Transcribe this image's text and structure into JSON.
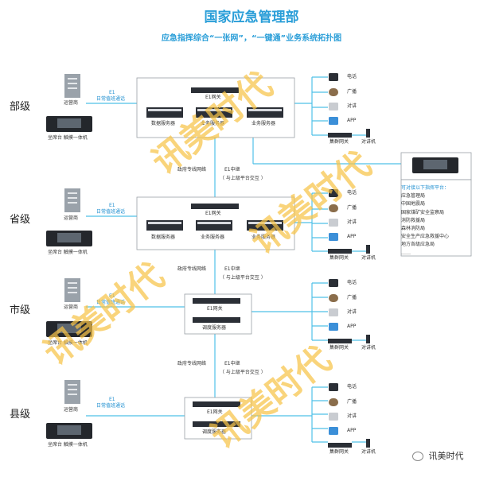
{
  "header": {
    "title": "国家应急管理部",
    "subtitle": "应急指挥综合“一张网”，“一键通”业务系统拓扑图"
  },
  "levels": [
    "部级",
    "省级",
    "市级",
    "县级"
  ],
  "labels": {
    "carrier": "运营商",
    "console": "坐席台 触摸一体机",
    "e1": "E1",
    "daily": "日常值班通话",
    "e1_gateway": "E1网关",
    "data_server": "数据服务器",
    "biz_server": "业务服务器",
    "dispatch_server": "调度服务器",
    "gov_net": "政府专线网络",
    "e1_relay": "E1中继",
    "relay_note": "（ 与上级平台交互 ）",
    "cluster_gw": "集群网关",
    "walkie": "对讲机"
  },
  "endpoints": [
    "电话",
    "广播",
    "对讲",
    "APP"
  ],
  "platforms": {
    "heading": "可对接以下指挥平台：",
    "items": [
      "应急管理局",
      "中国地震局",
      "国家煤矿安全监察局",
      "消防救援局",
      "森林消防局",
      "安全生产应急救援中心",
      "地方各级应急局",
      "……"
    ]
  },
  "watermark": {
    "text": "讯美时代"
  },
  "wechat": {
    "label": "讯美时代"
  },
  "colors": {
    "title": "#2a9ed8",
    "line": "#4fc0e8",
    "box": "#9aa0a6",
    "watermark": "#f6c448"
  }
}
